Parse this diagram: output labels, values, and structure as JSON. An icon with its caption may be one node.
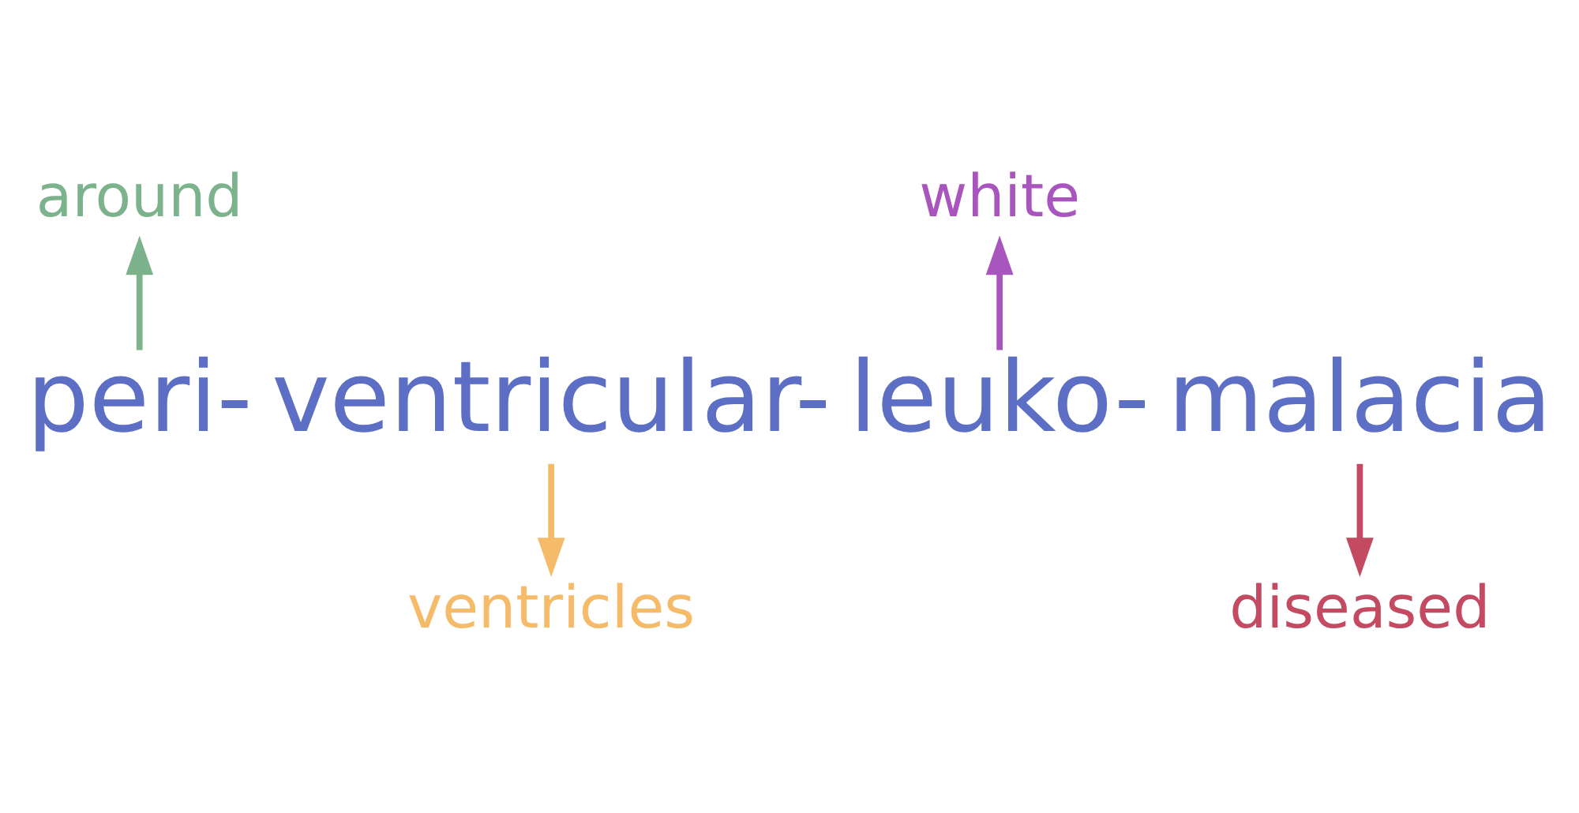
{
  "diagram": {
    "nodes": [
      {
        "text": [
          "around"
        ]
      },
      {
        "text": [
          "white"
        ]
      },
      {
        "text": [
          "peri-"
        ]
      },
      {
        "text": [
          "ventricular-"
        ]
      },
      {
        "text": [
          "leuko-"
        ]
      },
      {
        "text": [
          "malacia"
        ]
      },
      {
        "text": [
          "diseased"
        ]
      },
      {
        "text": [
          "ventricles"
        ]
      }
    ],
    "edges": [
      {
        "from": 2,
        "to": 0,
        "arrow": "to",
        "color": "#7db38c"
      },
      {
        "from": 3,
        "to": 7,
        "arrow": "to",
        "color": "#f5bb68"
      },
      {
        "from": 4,
        "to": 1,
        "arrow": "to",
        "color": "#a855bd"
      },
      {
        "from": 5,
        "to": 6,
        "arrow": "to",
        "color": "#c44a62"
      }
    ]
  }
}
